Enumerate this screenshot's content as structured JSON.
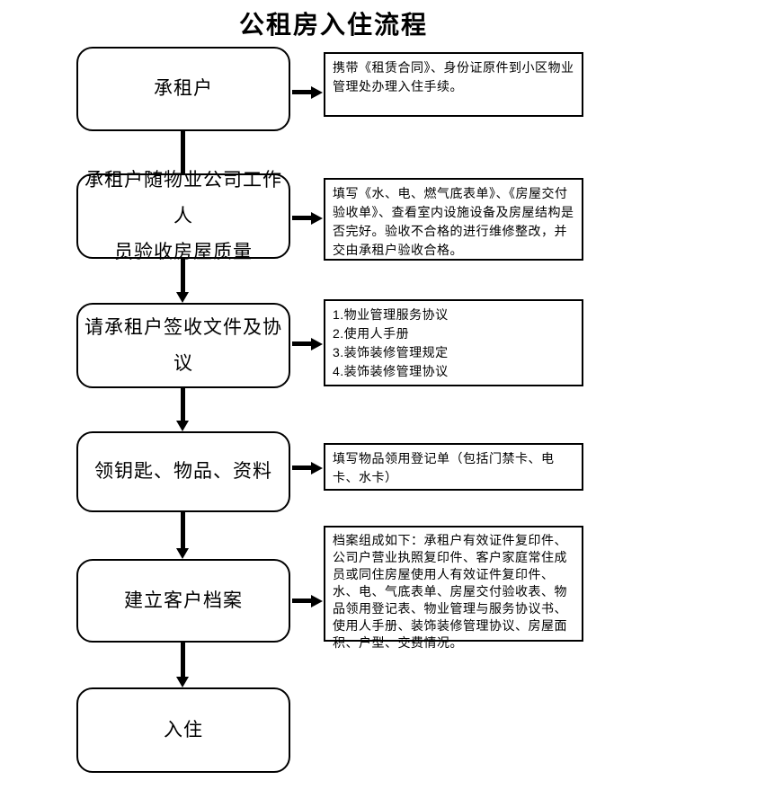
{
  "title": "公租房入住流程",
  "colors": {
    "ink": "#000000",
    "background": "#ffffff"
  },
  "flow": {
    "steps": [
      {
        "label": "承租户"
      },
      {
        "label_lines": [
          "承租户随物业公司工作人",
          "员验收房屋质量"
        ]
      },
      {
        "label": "请承租户签收文件及协议"
      },
      {
        "label": "领钥匙、物品、资料"
      },
      {
        "label": "建立客户档案"
      },
      {
        "label": "入住"
      }
    ],
    "notes": [
      {
        "text": "携带《租赁合同》、身份证原件到小区物业管理处办理入住手续。"
      },
      {
        "text": "填写《水、电、燃气底表单》、《房屋交付验收单》、查看室内设施设备及房屋结构是否完好。验收不合格的进行维修整改，并交由承租户验收合格。"
      },
      {
        "lines": [
          "1.物业管理服务协议",
          "2.使用人手册",
          "3.装饰装修管理规定",
          "4.装饰装修管理协议"
        ]
      },
      {
        "text": "填写物品领用登记单（包括门禁卡、电卡、水卡）"
      },
      {
        "text": "档案组成如下：承租户有效证件复印件、公司户营业执照复印件、客户家庭常住成员或同住房屋使用人有效证件复印件、水、电、气底表单、房屋交付验收表、物品领用登记表、物业管理与服务协议书、使用人手册、装饰装修管理协议、房屋面积、户型、交费情况。"
      }
    ]
  }
}
